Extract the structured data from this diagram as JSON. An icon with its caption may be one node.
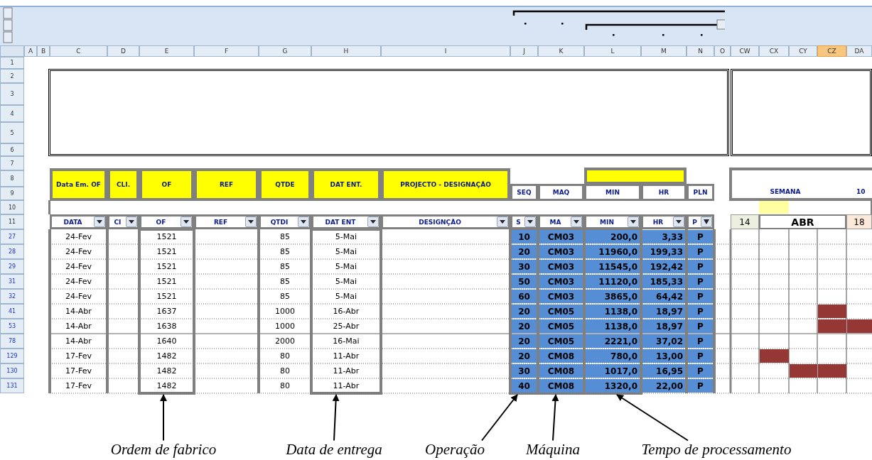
{
  "diagram": {
    "nodes": [
      {
        "text": [],
        "shape": "box"
      },
      {
        "text": [],
        "shape": "box"
      },
      {
        "text": [
          "Ordem de fabrico"
        ]
      },
      {
        "text": [
          "Data de entrega"
        ]
      },
      {
        "text": [
          "Operação"
        ]
      },
      {
        "text": [
          "Máquina"
        ]
      },
      {
        "text": [
          "Tempo de processamento"
        ]
      },
      {
        "text": [],
        "shape": "box"
      },
      {
        "text": [],
        "shape": "box"
      },
      {
        "text": [],
        "shape": "box"
      },
      {
        "text": [],
        "shape": "box"
      },
      {
        "text": [],
        "shape": "box"
      }
    ],
    "edges": [
      {
        "from": 2,
        "to": 7,
        "arrow": "to"
      },
      {
        "from": 3,
        "to": 8,
        "arrow": "to"
      },
      {
        "from": 4,
        "to": 9,
        "arrow": "to"
      },
      {
        "from": 5,
        "to": 10,
        "arrow": "to"
      },
      {
        "from": 6,
        "to": 11,
        "arrow": "to"
      }
    ],
    "labels": [
      "A",
      "B",
      "C",
      "D",
      "E",
      "F",
      "G",
      "H",
      "I",
      "J",
      "K",
      "L",
      "M",
      "N",
      "O",
      "CW",
      "CX",
      "CY",
      "CZ",
      "DA",
      "1",
      "2",
      "3",
      "4",
      "5",
      "6",
      "7",
      "8",
      "9",
      "10",
      "11",
      "27",
      "28",
      "29",
      "31",
      "32",
      "41",
      "53",
      "78",
      "129",
      "130",
      "131",
      "Data Em. OF",
      "CLI.",
      "OF",
      "REF",
      "QTDE",
      "DAT ENT.",
      "PROJECTO - DESIGNAÇÃO",
      "SEQ",
      "MAQ",
      "MIN",
      "HR",
      "PLN",
      "SEMANA",
      "10",
      "DATA",
      "CI",
      "OF",
      "REF",
      "QTDI",
      "DAT ENT",
      "DESIGNÇÃO",
      "S",
      "MA",
      "MIN",
      "HR",
      "P",
      "14",
      "ABR",
      "18",
      "24-Fev",
      "1521",
      "85",
      "5-Mai",
      "10",
      "CM03",
      "200,0",
      "3,33",
      "P",
      "24-Fev",
      "1521",
      "85",
      "5-Mai",
      "20",
      "CM03",
      "11960,0",
      "199,33",
      "P",
      "24-Fev",
      "1521",
      "85",
      "5-Mai",
      "30",
      "CM03",
      "11545,0",
      "192,42",
      "P",
      "24-Fev",
      "1521",
      "85",
      "5-Mai",
      "50",
      "CM03",
      "11120,0",
      "185,33",
      "P",
      "24-Fev",
      "1521",
      "85",
      "5-Mai",
      "60",
      "CM03",
      "3865,0",
      "64,42",
      "P",
      "14-Abr",
      "1637",
      "1000",
      "16-Abr",
      "20",
      "CM05",
      "1138,0",
      "18,97",
      "P",
      "14-Abr",
      "1638",
      "1000",
      "25-Abr",
      "20",
      "CM05",
      "1138,0",
      "18,97",
      "P",
      "14-Abr",
      "1640",
      "2000",
      "16-Mai",
      "20",
      "CM05",
      "2221,0",
      "37,02",
      "P",
      "17-Fev",
      "1482",
      "80",
      "11-Abr",
      "20",
      "CM08",
      "780,0",
      "13,00",
      "P",
      "17-Fev",
      "1482",
      "80",
      "11-Abr",
      "30",
      "CM08",
      "1017,0",
      "16,95",
      "P",
      "17-Fev",
      "1482",
      "80",
      "11-Abr",
      "40",
      "CM08",
      "1320,0",
      "22,00",
      "P"
    ]
  }
}
